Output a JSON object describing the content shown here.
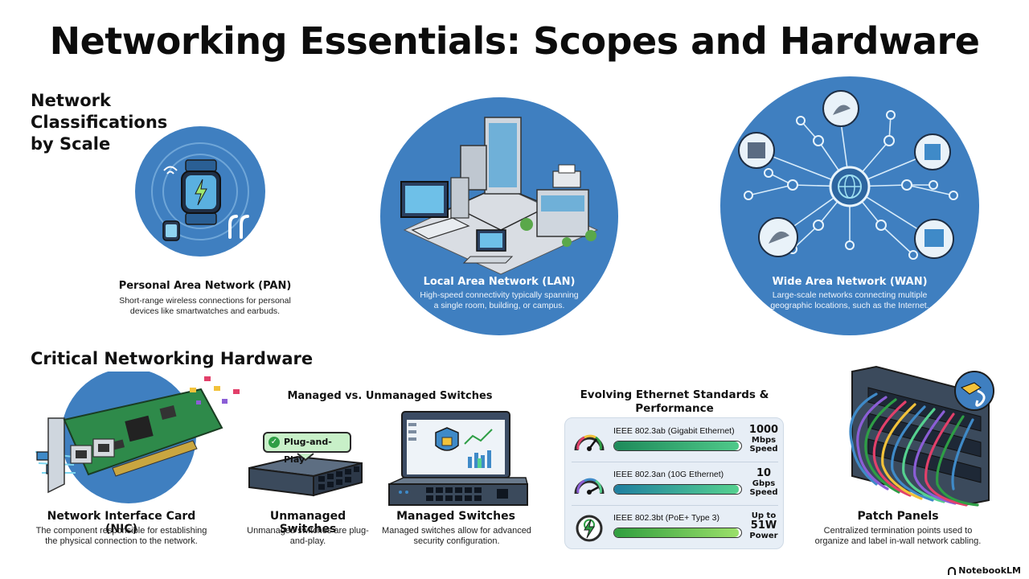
{
  "title": "Networking Essentials: Scopes and Hardware",
  "sections": {
    "classifications_heading": "Network Classifications by Scale",
    "hardware_heading": "Critical Networking Hardware"
  },
  "networks": {
    "pan": {
      "title": "Personal Area Network (PAN)",
      "description": "Short-range wireless connections for personal devices like smartwatches and earbuds."
    },
    "lan": {
      "title": "Local Area Network (LAN)",
      "description": "High-speed connectivity typically spanning a single room, building, or campus."
    },
    "wan": {
      "title": "Wide Area Network (WAN)",
      "description": "Large-scale networks connecting multiple geographic locations, such as the Internet."
    }
  },
  "hardware": {
    "nic": {
      "title": "Network Interface Card (NIC)",
      "description": "The component responsible for establishing the physical connection to the network."
    },
    "switches_heading": "Managed vs. Unmanaged Switches",
    "plug_and_play_badge": "Plug-and-Play",
    "unmanaged": {
      "title": "Unmanaged Switches",
      "description": "Unmanaged switches are plug-and-play."
    },
    "managed": {
      "title": "Managed Switches",
      "description": "Managed switches allow for advanced security configuration."
    },
    "ethernet": {
      "heading": "Evolving Ethernet Standards & Performance",
      "standards": [
        {
          "name": "IEEE 802.3ab (Gigabit Ethernet)",
          "value": "1000",
          "unit": "Mbps",
          "label": "Speed",
          "fill": 0.98,
          "gradient": [
            "#1e8a5a",
            "#4fc98a"
          ]
        },
        {
          "name": "IEEE 802.3an (10G Ethernet)",
          "value": "10",
          "unit": "Gbps",
          "label": "Speed",
          "fill": 0.98,
          "gradient": [
            "#1f7fa0",
            "#55d18f"
          ]
        },
        {
          "name": "IEEE 802.3bt (PoE+ Type 3)",
          "value": "Up to",
          "unit": "51W",
          "label": "Power",
          "fill": 0.98,
          "gradient": [
            "#2f9e3f",
            "#9be06a"
          ]
        }
      ]
    },
    "patch": {
      "title": "Patch Panels",
      "description": "Centralized termination points used to organize and label in-wall network cabling."
    }
  },
  "footer": {
    "brand": "NotebookLM"
  },
  "colors": {
    "circle_blue": "#3f7fc0",
    "dark_blue": "#2c6aa6",
    "accent_green": "#2e9e45"
  }
}
